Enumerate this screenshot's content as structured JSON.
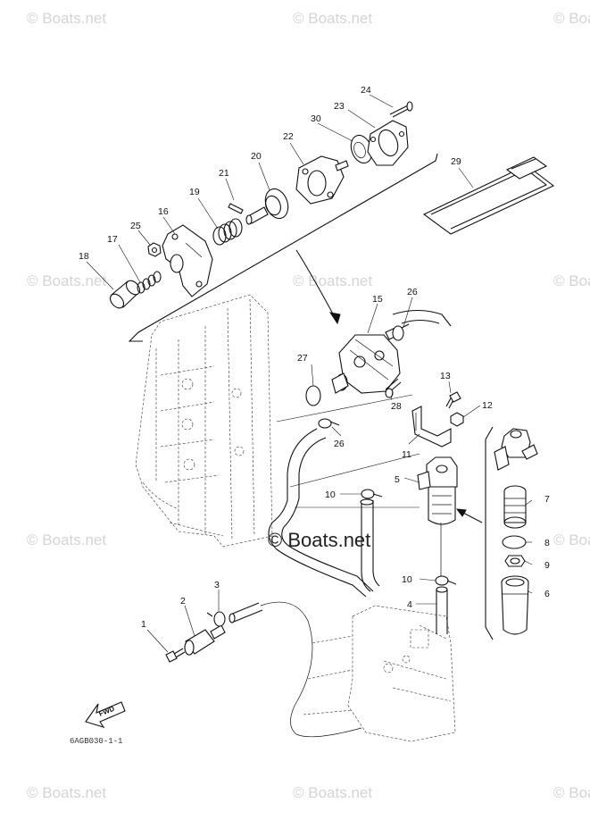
{
  "watermarks": [
    {
      "id": "tl",
      "text": "© Boats.net"
    },
    {
      "id": "tc",
      "text": "© Boats.net"
    },
    {
      "id": "tr",
      "text": "© Boats.net"
    },
    {
      "id": "ml",
      "text": "© Boats.net"
    },
    {
      "id": "mc",
      "text": "© Boats.net"
    },
    {
      "id": "mr",
      "text": "© Boats.net"
    },
    {
      "id": "ll",
      "text": "© Boats.net"
    },
    {
      "id": "lr",
      "text": "© Boats.net"
    },
    {
      "id": "bl",
      "text": "© Boats.net"
    },
    {
      "id": "bc",
      "text": "© Boats.net"
    },
    {
      "id": "br",
      "text": "© Boats.net"
    }
  ],
  "center_watermark": "© Boats.net",
  "callouts": {
    "p1": "1",
    "p2": "2",
    "p3": "3",
    "p4": "4",
    "p5": "5",
    "p6": "6",
    "p7": "7",
    "p8": "8",
    "p9": "9",
    "p10a": "10",
    "p10b": "10",
    "p11": "11",
    "p12": "12",
    "p13": "13",
    "p15": "15",
    "p16": "16",
    "p17": "17",
    "p18": "18",
    "p19": "19",
    "p20": "20",
    "p21": "21",
    "p22": "22",
    "p23": "23",
    "p24": "24",
    "p25": "25",
    "p26a": "26",
    "p26b": "26",
    "p27": "27",
    "p28": "28",
    "p29": "29",
    "p30": "30"
  },
  "fwd_label": "FWD",
  "drawing_code": "6AGB030-1-1"
}
